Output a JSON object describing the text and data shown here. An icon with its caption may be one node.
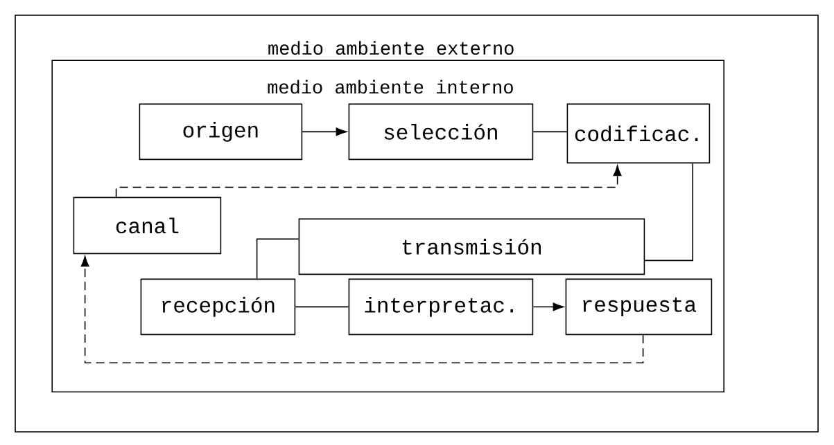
{
  "diagram": {
    "nodes": [
      {
        "text": [
          "medio ambiente externo"
        ]
      },
      {
        "text": [
          "medio ambiente interno"
        ],
        "in": 0
      },
      {
        "text": [
          "origen"
        ],
        "in": 1
      },
      {
        "text": [
          "selección"
        ],
        "in": 1
      },
      {
        "text": [
          "codificac."
        ],
        "in": 1
      },
      {
        "text": [
          "canal"
        ],
        "in": 1
      },
      {
        "text": [
          "transmisión"
        ],
        "in": 1
      },
      {
        "text": [
          "recepción"
        ],
        "in": 1
      },
      {
        "text": [
          "interpretac."
        ],
        "in": 1
      },
      {
        "text": [
          "respuesta"
        ],
        "in": 1
      }
    ],
    "edges": [
      {
        "from": 2,
        "to": 3,
        "arrow": "to"
      },
      {
        "from": 3,
        "to": 4,
        "arrow": "none"
      },
      {
        "from": 5,
        "to": 4,
        "arrow": "to",
        "style": "dashed"
      },
      {
        "from": 4,
        "to": 6,
        "arrow": "none"
      },
      {
        "from": 6,
        "to": 7,
        "arrow": "none"
      },
      {
        "from": 7,
        "to": 8,
        "arrow": "none"
      },
      {
        "from": 8,
        "to": 9,
        "arrow": "to"
      },
      {
        "from": 9,
        "to": 5,
        "arrow": "to",
        "style": "dashed"
      }
    ]
  }
}
